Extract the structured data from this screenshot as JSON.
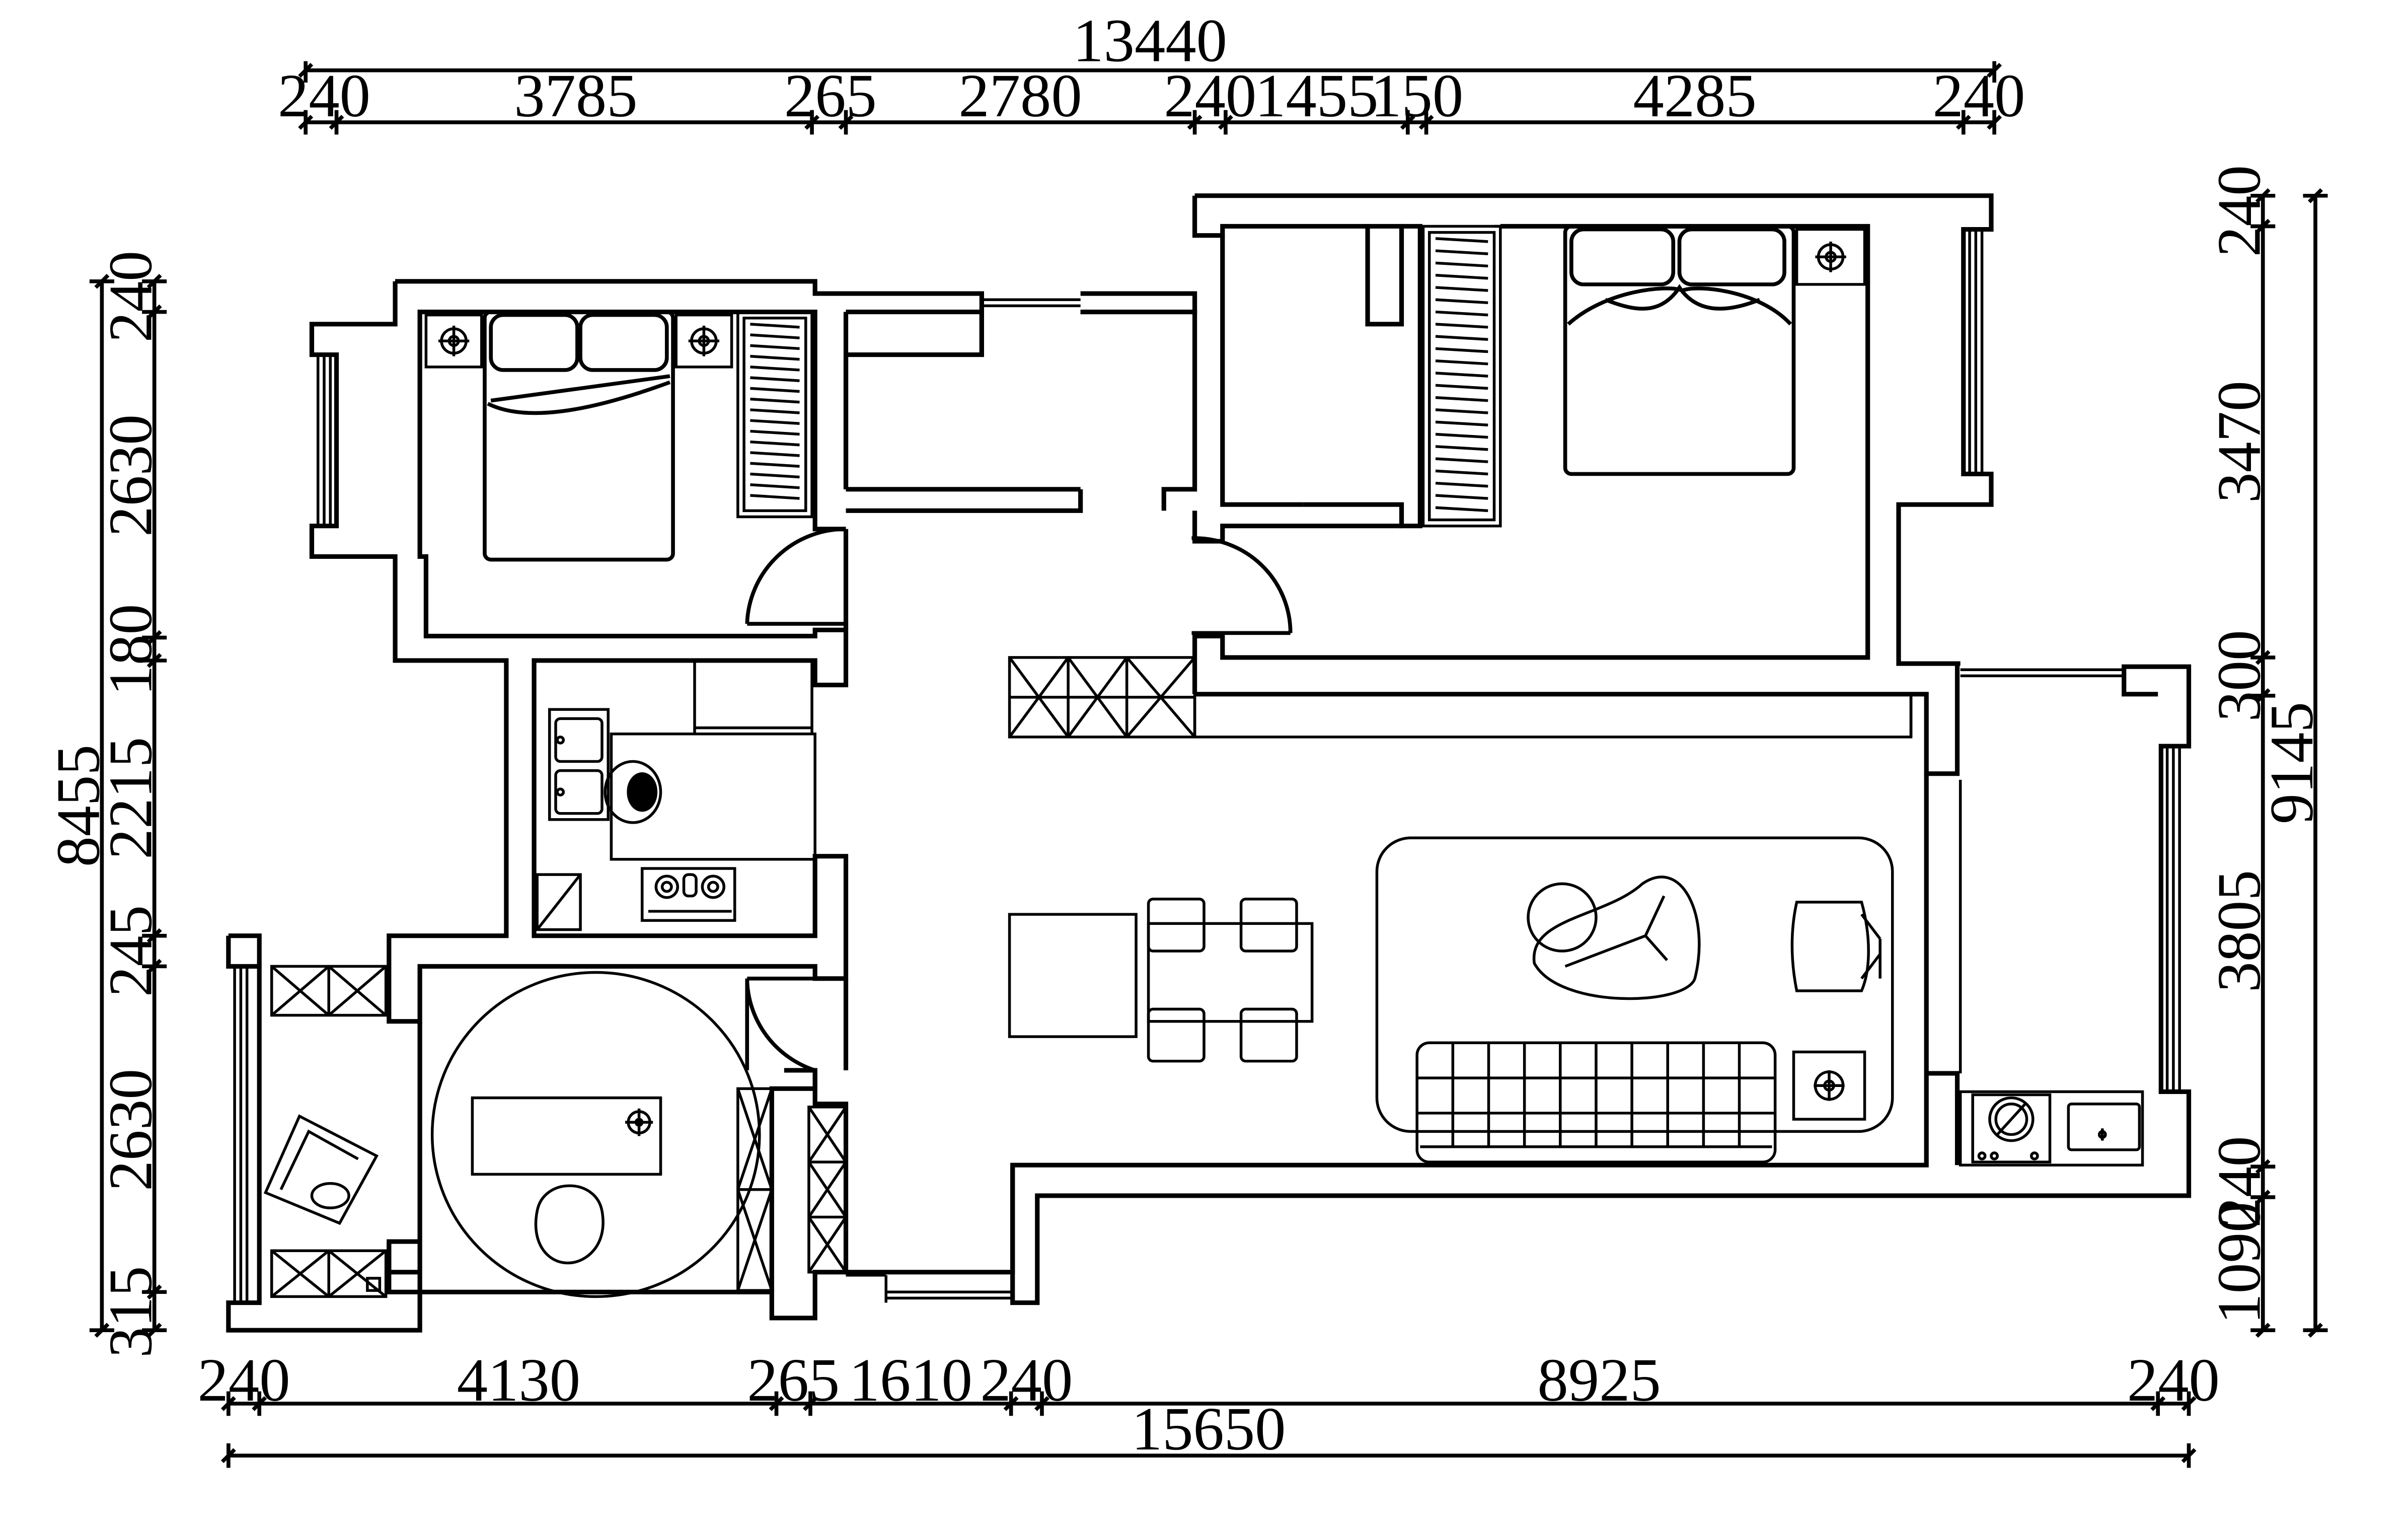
{
  "dimensions": {
    "top_total": "13440",
    "top": [
      "240",
      "3785",
      "265",
      "2780",
      "240",
      "1455",
      "150",
      "4285",
      "240"
    ],
    "bottom": [
      "240",
      "4130",
      "265",
      "1610",
      "240",
      "8925",
      "240"
    ],
    "bottom_total": "15650",
    "left": [
      "240",
      "2630",
      "180",
      "2215",
      "245",
      "2630",
      "315"
    ],
    "left_total": "8455",
    "right": [
      "240",
      "3470",
      "300",
      "3805",
      "240",
      "1090"
    ],
    "right_total": "9145"
  }
}
